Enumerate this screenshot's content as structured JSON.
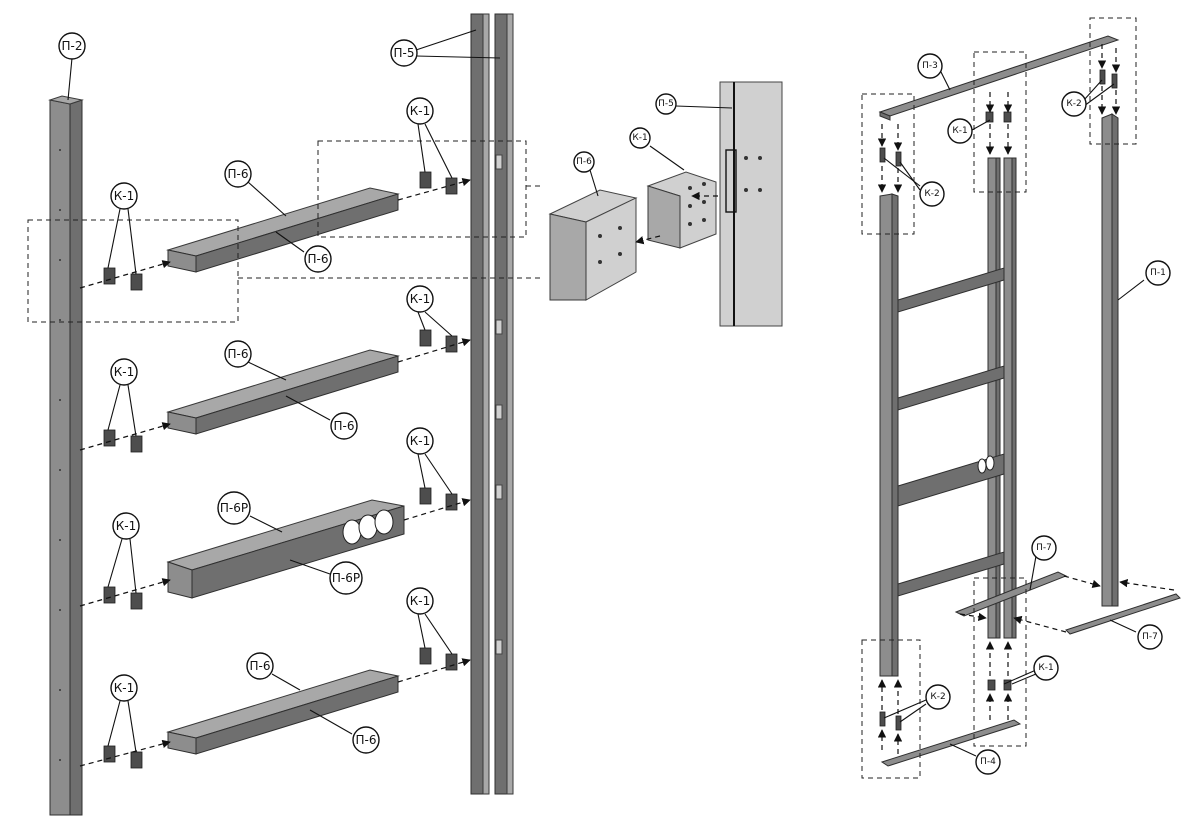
{
  "labels": {
    "p2": "П-2",
    "p5": "П-5",
    "k1": "К-1",
    "p6": "П-6",
    "p6r": "П-6Р",
    "p3": "П-3",
    "k2": "К-2",
    "p1": "П-1",
    "p7": "П-7",
    "p4": "П-4"
  }
}
